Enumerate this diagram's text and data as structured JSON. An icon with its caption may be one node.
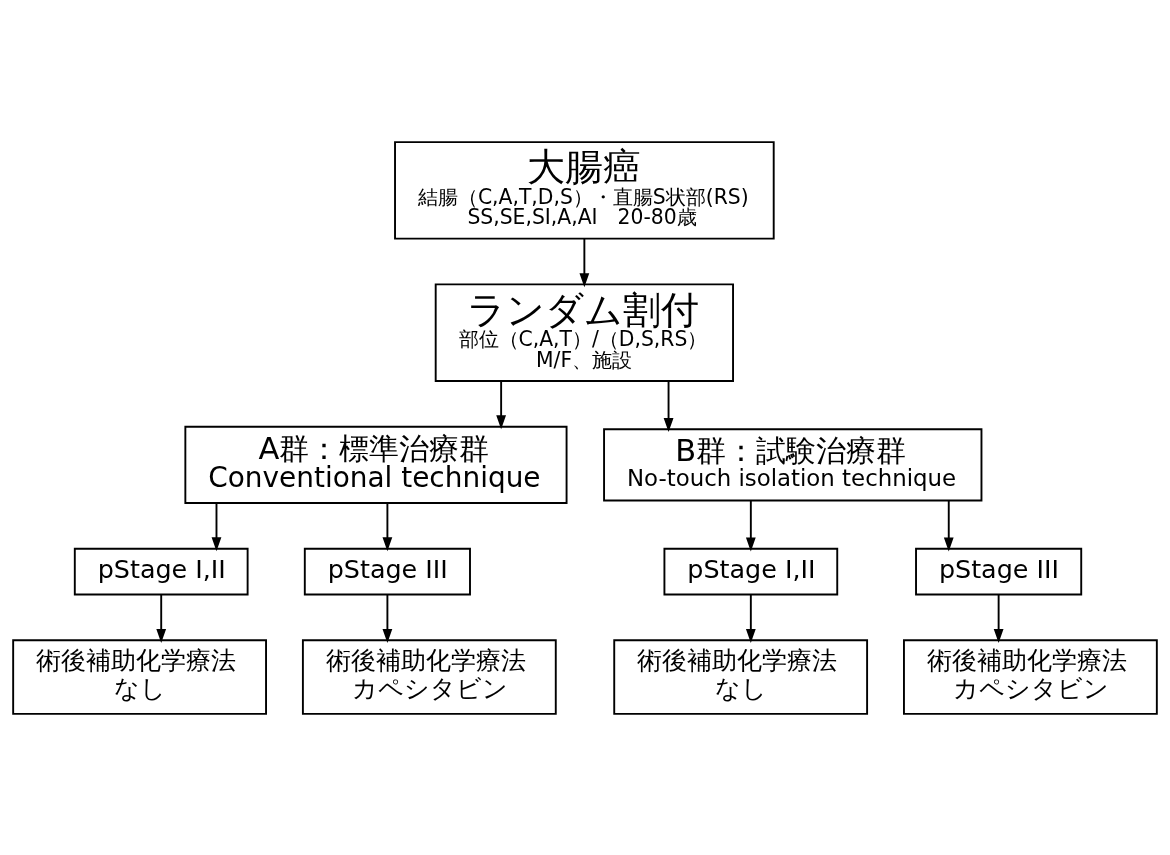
{
  "diagram": {
    "nodes": [
      {
        "text": [
          "大腸癌",
          "結腸（C,A,T,D,S）・直腸S状部(RS)",
          "SS,SE,SI,A,AI　20-80歳"
        ]
      },
      {
        "text": [
          "ランダム割付",
          "部位（C,A,T）/（D,S,RS）",
          "M/F、施設"
        ]
      },
      {
        "text": [
          "A群：標準治療群",
          "Conventional technique"
        ]
      },
      {
        "text": [
          "B群：試験治療群",
          "No-touch isolation technique"
        ]
      },
      {
        "text": [
          "pStage I,II"
        ]
      },
      {
        "text": [
          "pStage III"
        ]
      },
      {
        "text": [
          "pStage I,II"
        ]
      },
      {
        "text": [
          "pStage III"
        ]
      },
      {
        "text": [
          "術後補助化学療法",
          "なし"
        ]
      },
      {
        "text": [
          "術後補助化学療法",
          "カペシタビン"
        ]
      },
      {
        "text": [
          "術後補助化学療法",
          "なし"
        ]
      },
      {
        "text": [
          "術後補助化学療法",
          "カペシタビン"
        ]
      }
    ],
    "edges": [
      {
        "from": 0,
        "to": 1,
        "arrow": "to"
      },
      {
        "from": 1,
        "to": 2,
        "arrow": "to"
      },
      {
        "from": 1,
        "to": 3,
        "arrow": "to"
      },
      {
        "from": 2,
        "to": 4,
        "arrow": "to"
      },
      {
        "from": 2,
        "to": 5,
        "arrow": "to"
      },
      {
        "from": 3,
        "to": 6,
        "arrow": "to"
      },
      {
        "from": 3,
        "to": 7,
        "arrow": "to"
      },
      {
        "from": 4,
        "to": 8,
        "arrow": "to"
      },
      {
        "from": 5,
        "to": 9,
        "arrow": "to"
      },
      {
        "from": 6,
        "to": 10,
        "arrow": "to"
      },
      {
        "from": 7,
        "to": 11,
        "arrow": "to"
      }
    ]
  }
}
